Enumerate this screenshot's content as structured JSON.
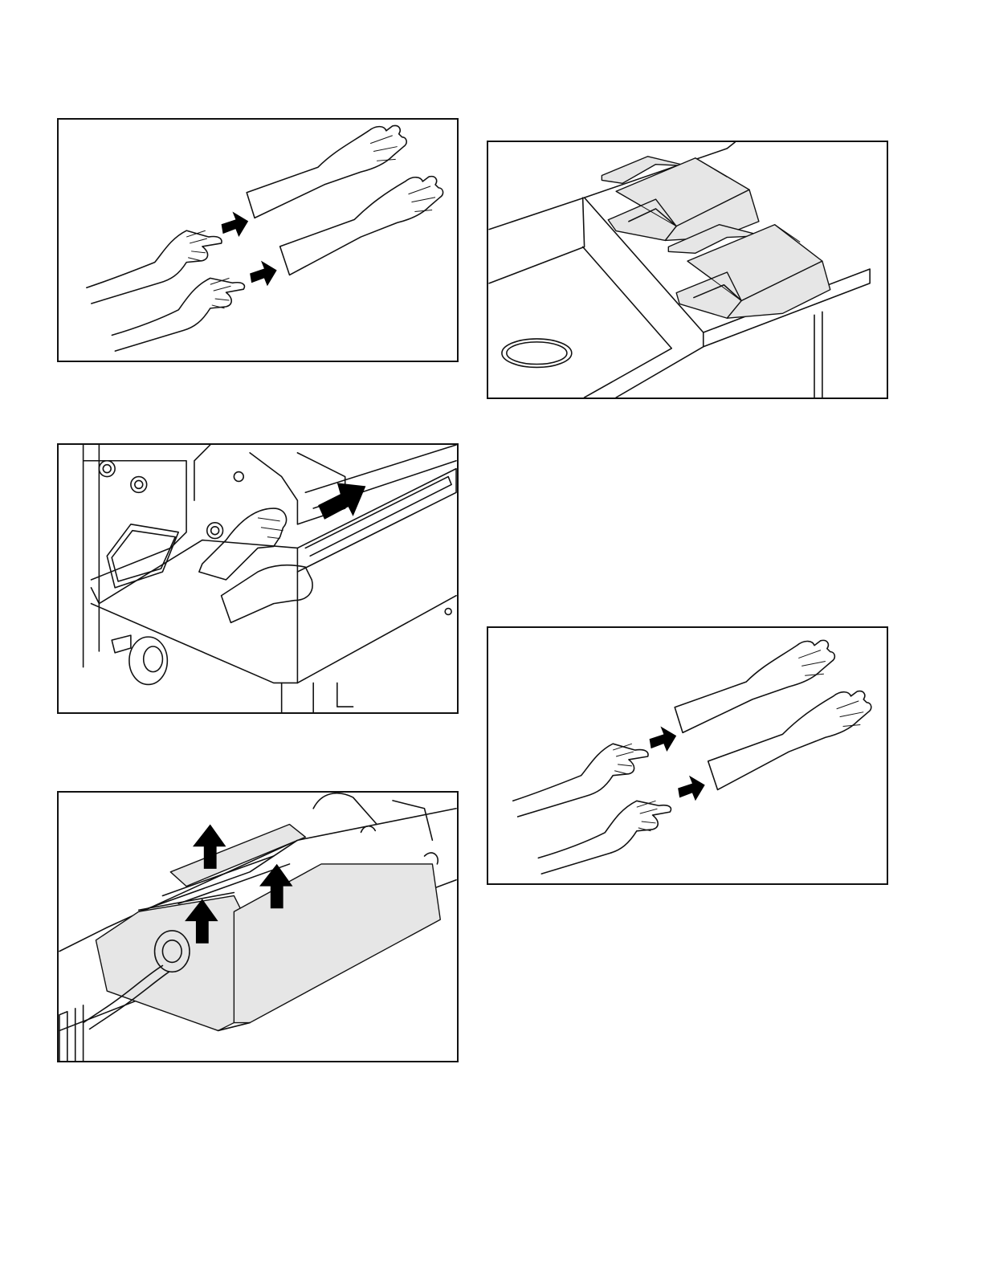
{
  "page": {
    "background": "#ffffff",
    "border_color": "#111111",
    "fill_color": "#e6e6e6"
  },
  "figures": [
    {
      "id": "p1",
      "name": "figure-put-on-gloves-top",
      "icons": [
        "hand-icon",
        "glove-icon",
        "right-arrow-icon"
      ]
    },
    {
      "id": "p2",
      "name": "figure-gloves-on-counter",
      "icons": [
        "glove-pack-icon",
        "counter-icon"
      ]
    },
    {
      "id": "p3",
      "name": "figure-pull-out-panel",
      "icons": [
        "hand-icon",
        "right-arrow-icon",
        "wheel-icon"
      ]
    },
    {
      "id": "p4",
      "name": "figure-lift-platen-covers",
      "icons": [
        "up-arrow-icon",
        "platen-icon"
      ]
    },
    {
      "id": "p5",
      "name": "figure-put-on-gloves-bottom",
      "icons": [
        "hand-icon",
        "glove-icon",
        "right-arrow-icon"
      ]
    }
  ]
}
